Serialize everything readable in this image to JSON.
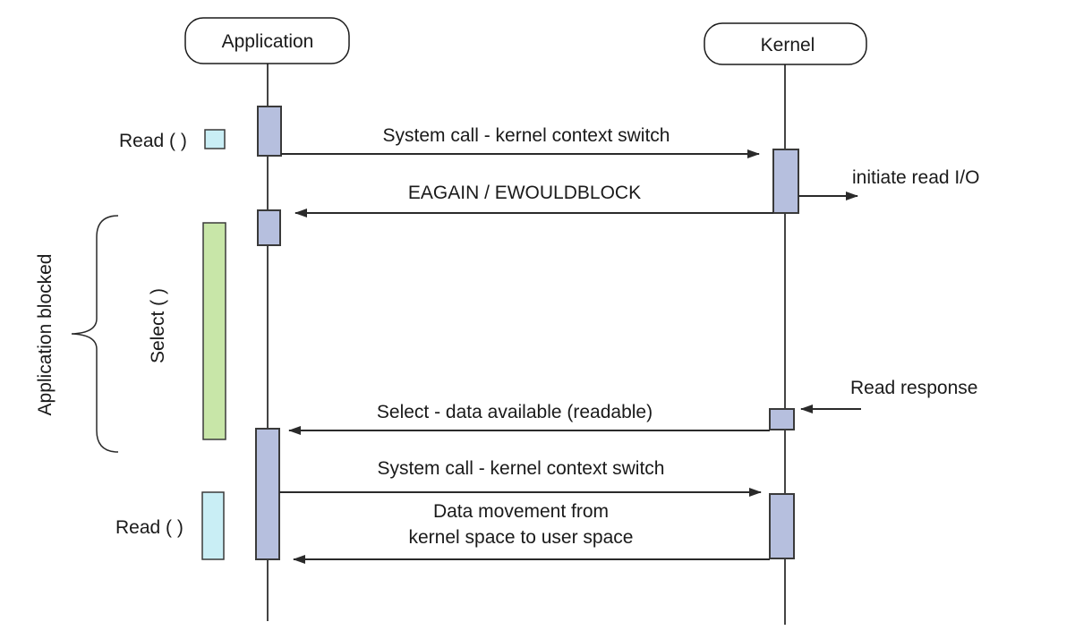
{
  "lanes": {
    "application": "Application",
    "kernel": "Kernel"
  },
  "messages": {
    "syscall_1": "System call - kernel context switch",
    "eagain": "EAGAIN / EWOULDBLOCK",
    "select_available": "Select - data available (readable)",
    "syscall_2": "System call - kernel context switch",
    "data_move_line1": "Data movement from",
    "data_move_line2": "kernel space to user space"
  },
  "kernel_notes": {
    "initiate": "initiate read I/O",
    "response": "Read response"
  },
  "app_notes": {
    "read_1": "Read ( )",
    "select": "Select ( )",
    "read_2": "Read ( )",
    "blocked": "Application blocked"
  },
  "colors": {
    "activation": "#b6bfde",
    "read_box": "#c9eef5",
    "select_box": "#c8e6a8"
  }
}
